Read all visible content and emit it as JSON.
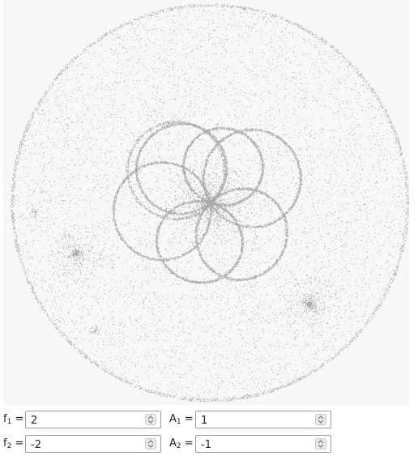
{
  "plot": {
    "background": "#f7f7f7",
    "dot_color": "#4a4a4a",
    "attractor_points": 5
  },
  "controls": {
    "f1": {
      "label_base": "f",
      "label_sub": "1",
      "label_eq": " =",
      "value": "2"
    },
    "A1": {
      "label_base": "A",
      "label_sub": "1",
      "label_eq": " =",
      "value": "1"
    },
    "f2": {
      "label_base": "f",
      "label_sub": "2",
      "label_eq": " =",
      "value": "-2"
    },
    "A2": {
      "label_base": "A",
      "label_sub": "2",
      "label_eq": " =",
      "value": "-1"
    }
  },
  "icons": {
    "spinner": "up-down-spinner-icon"
  }
}
